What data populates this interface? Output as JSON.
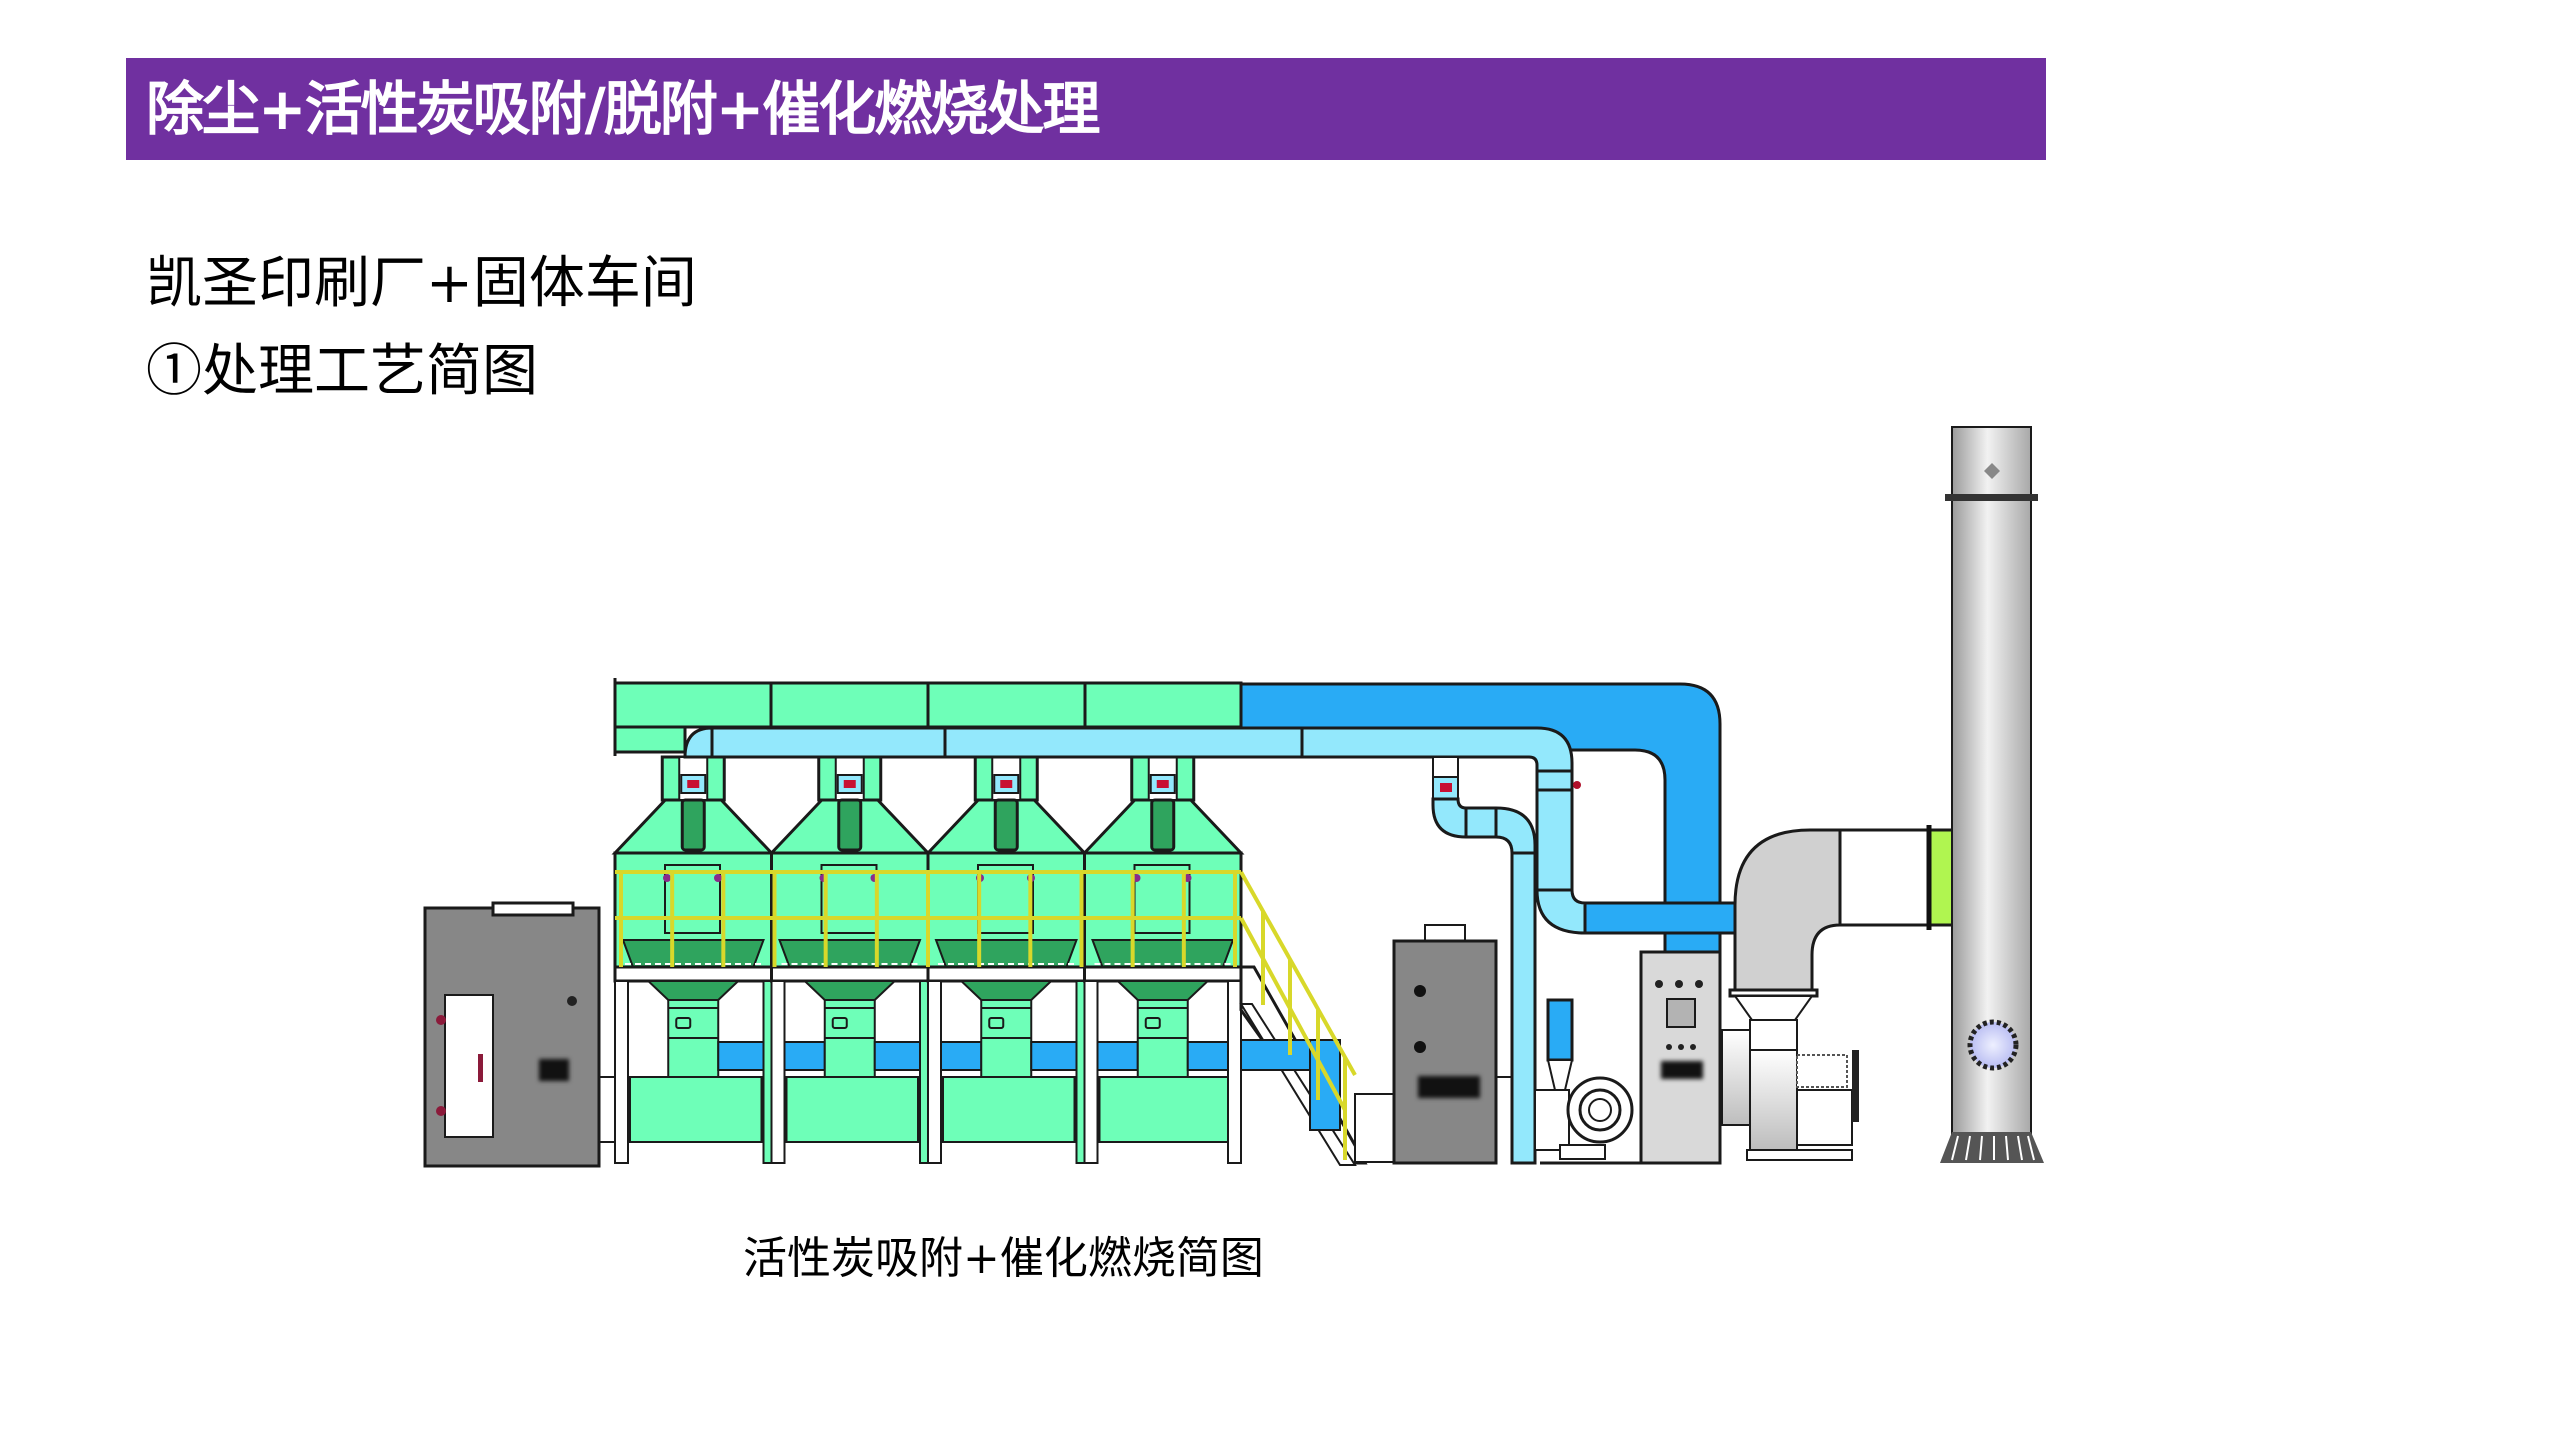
{
  "header": {
    "title": "除尘+活性炭吸附/脱附+催化燃烧处理",
    "background_color": "#7030A0",
    "text_color": "#FFFFFF"
  },
  "body": {
    "line1": "凯圣印刷厂+固体车间",
    "line2": "①处理工艺简图"
  },
  "figure": {
    "caption": "活性炭吸附+催化燃烧简图",
    "components": [
      {
        "name": "dust-filter-cabinet",
        "label_legible": false
      },
      {
        "name": "activated-carbon-adsorber",
        "count": 4
      },
      {
        "name": "access-stairs"
      },
      {
        "name": "catalytic-combustion-unit",
        "label_legible": false
      },
      {
        "name": "desorption-fan"
      },
      {
        "name": "control-cabinet",
        "label_legible": false
      },
      {
        "name": "main-exhaust-fan"
      },
      {
        "name": "exhaust-stack"
      }
    ],
    "colors": {
      "adsorber_green": "#6EFFB8",
      "adsorber_dark_green": "#2FA45E",
      "main_duct_blue": "#29ABF5",
      "desorption_duct_light_blue": "#93E8FC",
      "cabinet_gray": "#878787",
      "control_cabinet_gray": "#D9D9D9",
      "stack_gray": "#CFCFCF",
      "connector_lime": "#B0F550",
      "railing_yellow": "#D8D82A"
    }
  }
}
